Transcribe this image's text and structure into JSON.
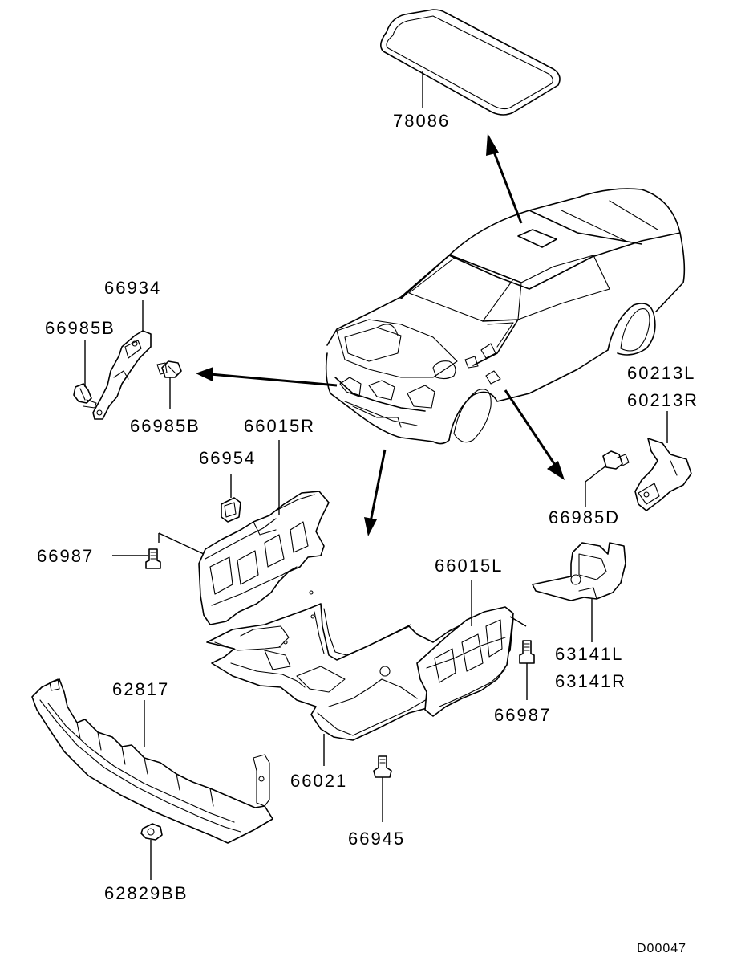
{
  "parts": {
    "p78086": "78086",
    "p66934": "66934",
    "p66985B_top": "66985B",
    "p66985B_bottom": "66985B",
    "p66015R": "66015R",
    "p66954": "66954",
    "p66987_left": "66987",
    "p60213L": "60213L",
    "p60213R": "60213R",
    "p66985D": "66985D",
    "p66015L": "66015L",
    "p63141L": "63141L",
    "p63141R": "63141R",
    "p66987_right": "66987",
    "p62817": "62817",
    "p66021": "66021",
    "p66945": "66945",
    "p62829BB": "62829BB"
  },
  "diagram_code": "D00047"
}
